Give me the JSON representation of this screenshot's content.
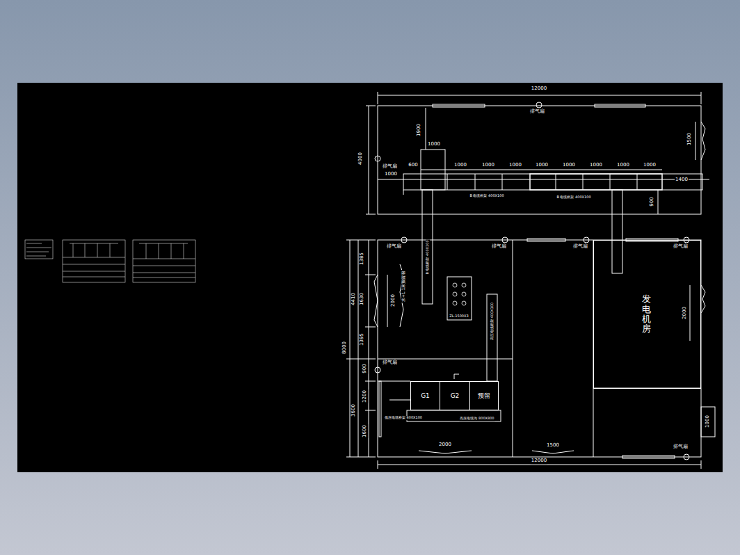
{
  "diagram": {
    "nodes": [
      {
        "text": [
          "G1"
        ]
      },
      {
        "text": [
          "G2"
        ]
      },
      {
        "text": [
          "预留"
        ]
      },
      {
        "text": [
          "发电机房"
        ]
      }
    ],
    "labels": [
      "12000",
      "排气扇",
      "1900",
      "4000",
      "1500",
      "1000",
      "排气扇",
      "600",
      "1000",
      "1000",
      "1000",
      "1000",
      "1000",
      "1000",
      "1000",
      "1000",
      "1000",
      "1400",
      "900",
      "B 电缆桥架 400X100",
      "B 电缆桥架 400X100",
      "排气扇",
      "排气扇",
      "排气扇",
      "排气扇",
      "1385",
      "4410",
      "1630",
      "2000",
      "水+1.1米预留洞",
      "ZL-1500X3",
      "高压电缆桥架 400X100",
      "B 电缆桥架 400X100",
      "8000",
      "1395",
      "900",
      "排气扇",
      "1200",
      "3600",
      "1600",
      "低压电缆桥架 400X100",
      "高压电缆沟 800X800",
      "2000",
      "1500",
      "12000",
      "2000",
      "1000",
      "排气扇"
    ]
  }
}
